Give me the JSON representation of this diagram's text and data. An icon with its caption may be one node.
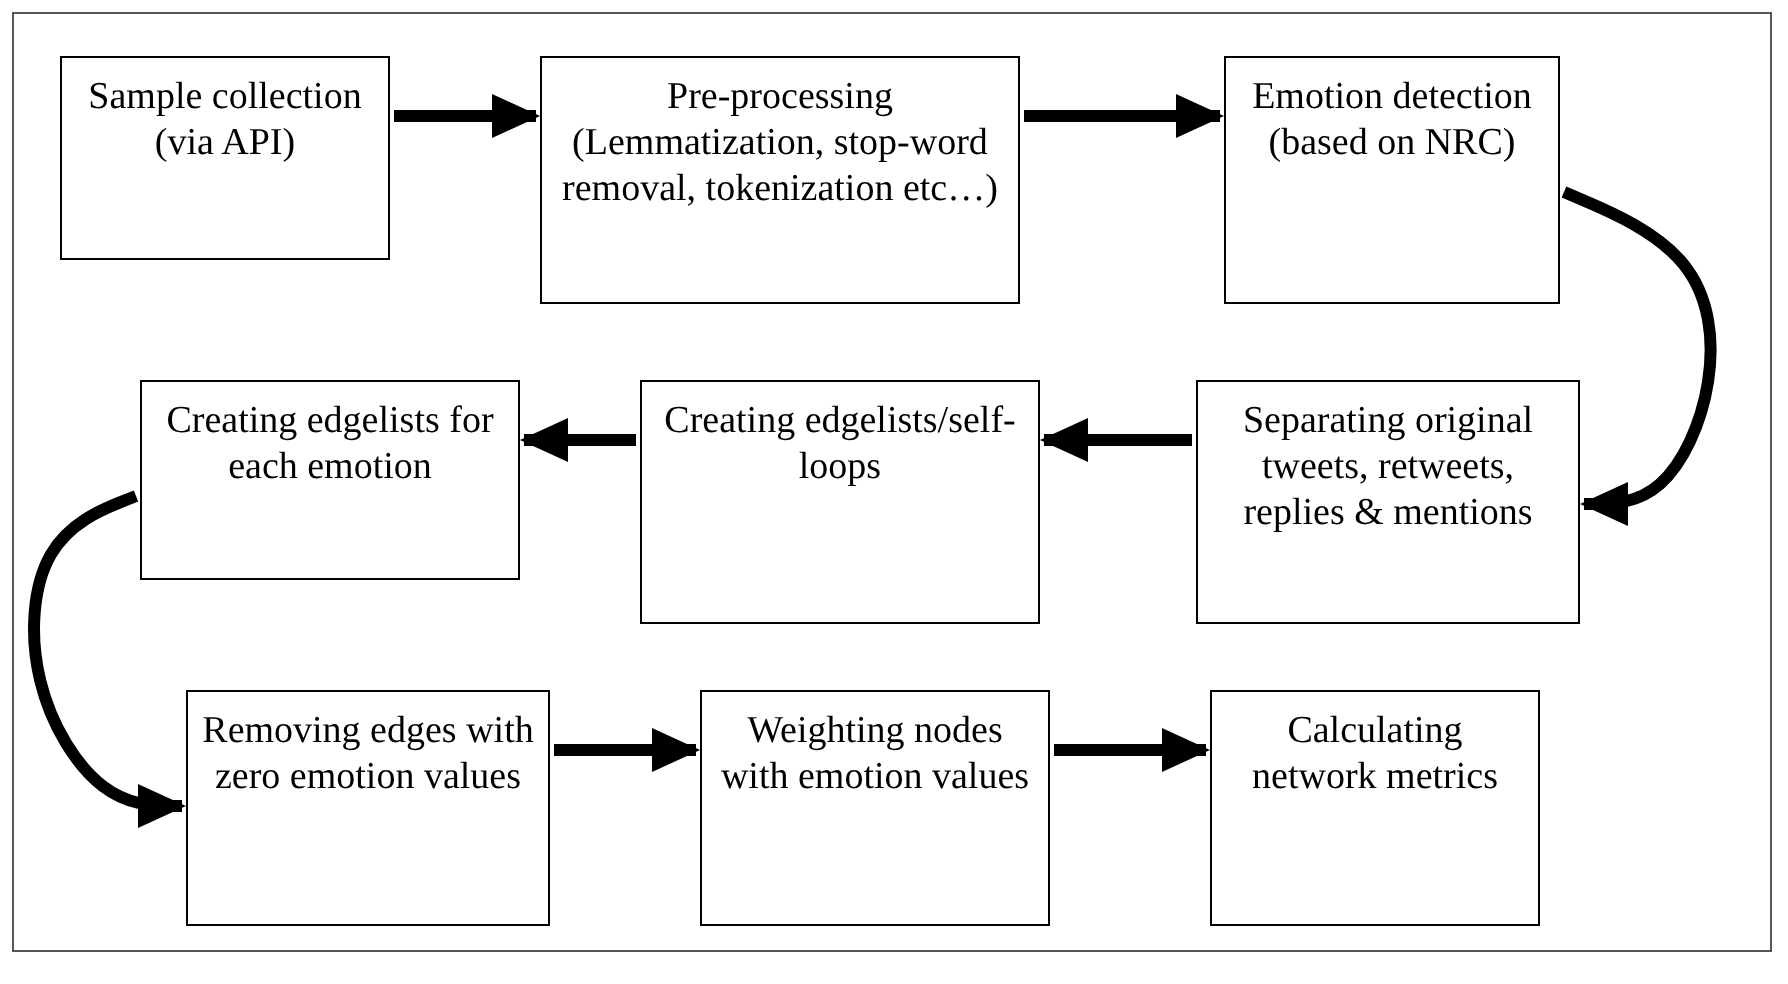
{
  "diagram": {
    "nodes": [
      {
        "text": [
          "Sample collection (via API)"
        ]
      },
      {
        "text": [
          "Pre-processing (Lemmatization, stop-word removal, tokenization etc…)"
        ]
      },
      {
        "text": [
          "Emotion detection (based on NRC)"
        ]
      },
      {
        "text": [
          "Separating original tweets, retweets, replies & mentions"
        ]
      },
      {
        "text": [
          "Creating edgelists/self-loops"
        ]
      },
      {
        "text": [
          "Creating edgelists for each emotion"
        ]
      },
      {
        "text": [
          "Removing edges with zero emotion values"
        ]
      },
      {
        "text": [
          "Weighting nodes with emotion values"
        ]
      },
      {
        "text": [
          "Calculating network metrics"
        ]
      }
    ],
    "edges": [
      {
        "from": 0,
        "to": 1,
        "arrow": "to"
      },
      {
        "from": 1,
        "to": 2,
        "arrow": "to"
      },
      {
        "from": 2,
        "to": 3,
        "arrow": "to"
      },
      {
        "from": 3,
        "to": 4,
        "arrow": "to"
      },
      {
        "from": 4,
        "to": 5,
        "arrow": "to"
      },
      {
        "from": 5,
        "to": 6,
        "arrow": "to"
      },
      {
        "from": 6,
        "to": 7,
        "arrow": "to"
      },
      {
        "from": 7,
        "to": 8,
        "arrow": "to"
      }
    ]
  }
}
